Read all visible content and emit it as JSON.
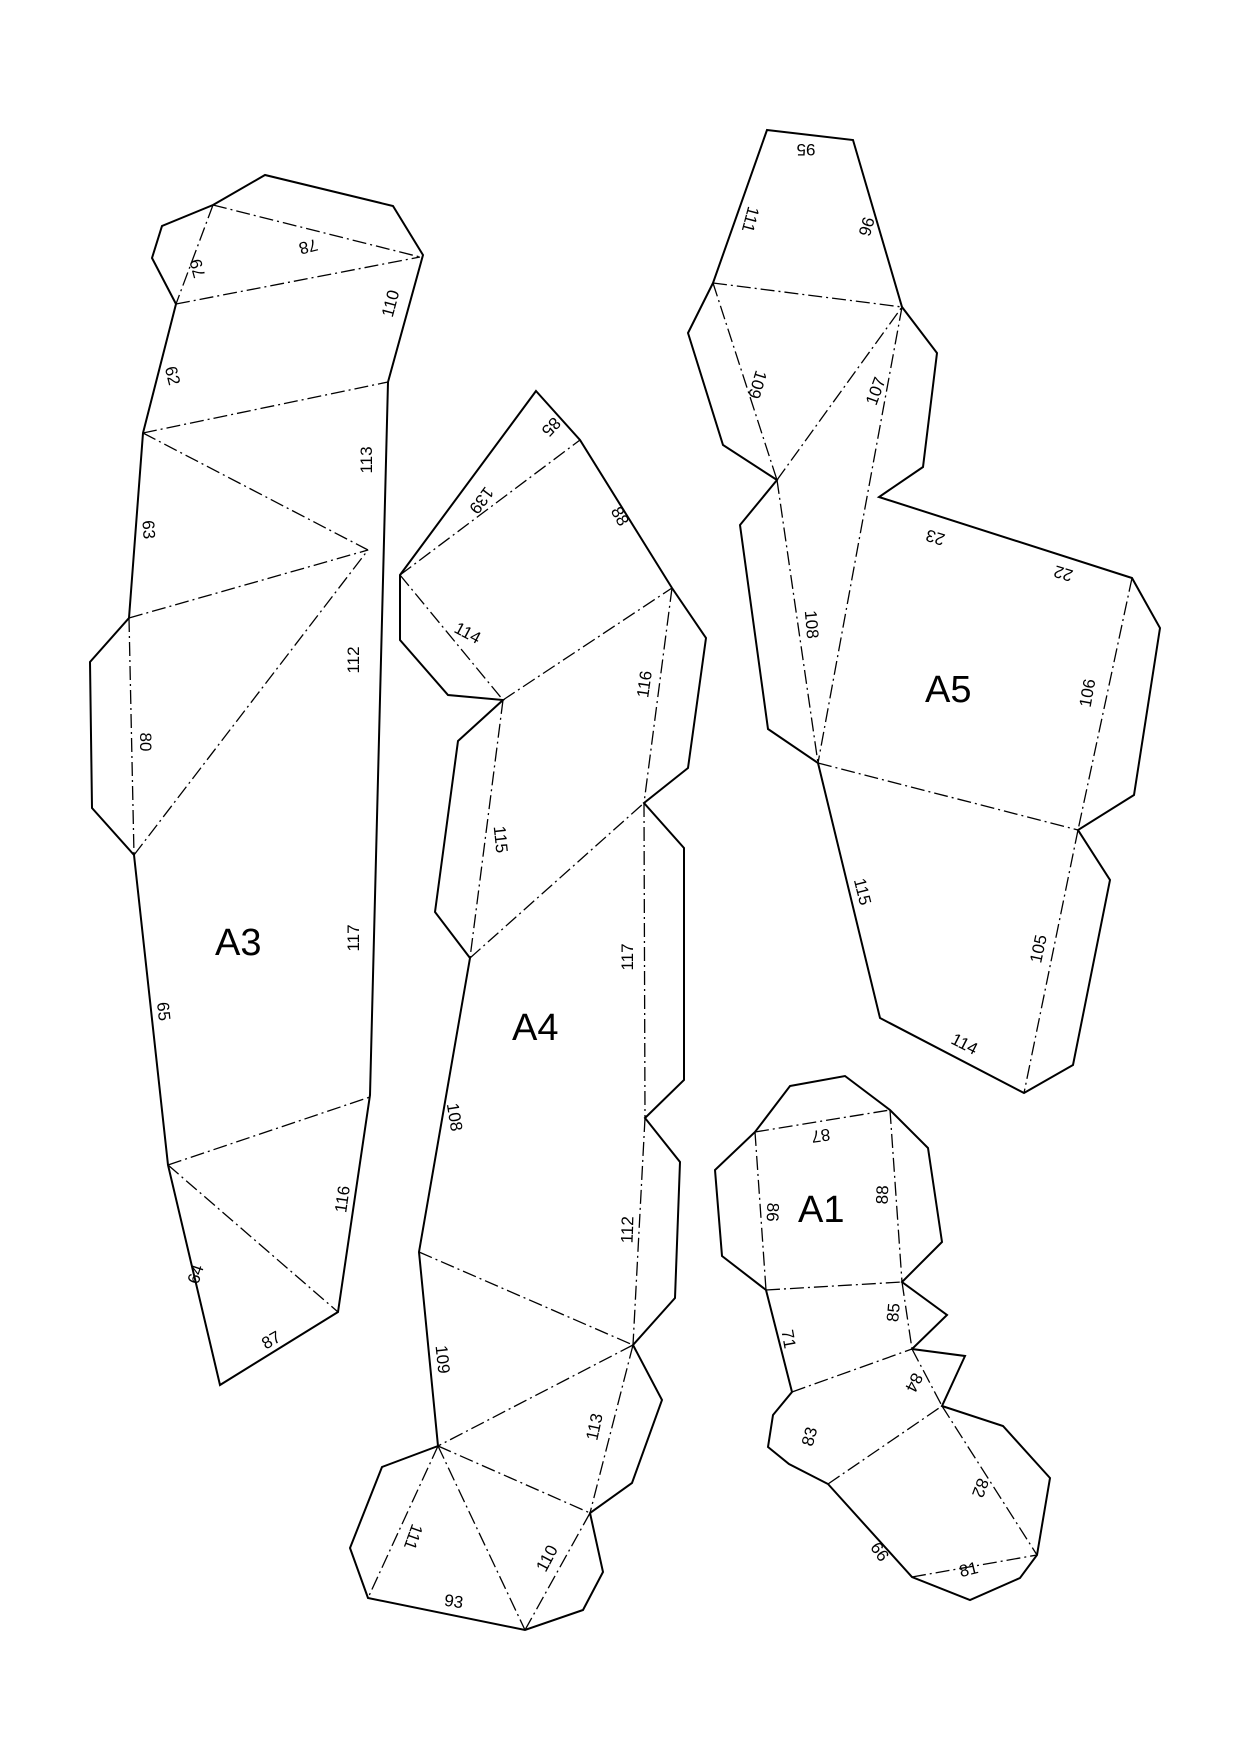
{
  "pieces": {
    "a3": {
      "label": "A3",
      "edges": [
        "79",
        "78",
        "110",
        "62",
        "113",
        "63",
        "112",
        "80",
        "117",
        "65",
        "116",
        "64",
        "87"
      ]
    },
    "a4": {
      "label": "A4",
      "edges": [
        "85",
        "139",
        "88",
        "114",
        "116",
        "115",
        "117",
        "108",
        "112",
        "109",
        "113",
        "111",
        "110",
        "93"
      ]
    },
    "a5": {
      "label": "A5",
      "edges": [
        "95",
        "111",
        "96",
        "109",
        "107",
        "23",
        "22",
        "108",
        "106",
        "115",
        "105",
        "114"
      ]
    },
    "a1": {
      "label": "A1",
      "edges": [
        "87",
        "86",
        "88",
        "71",
        "85",
        "84",
        "83",
        "82",
        "66",
        "81"
      ]
    }
  }
}
